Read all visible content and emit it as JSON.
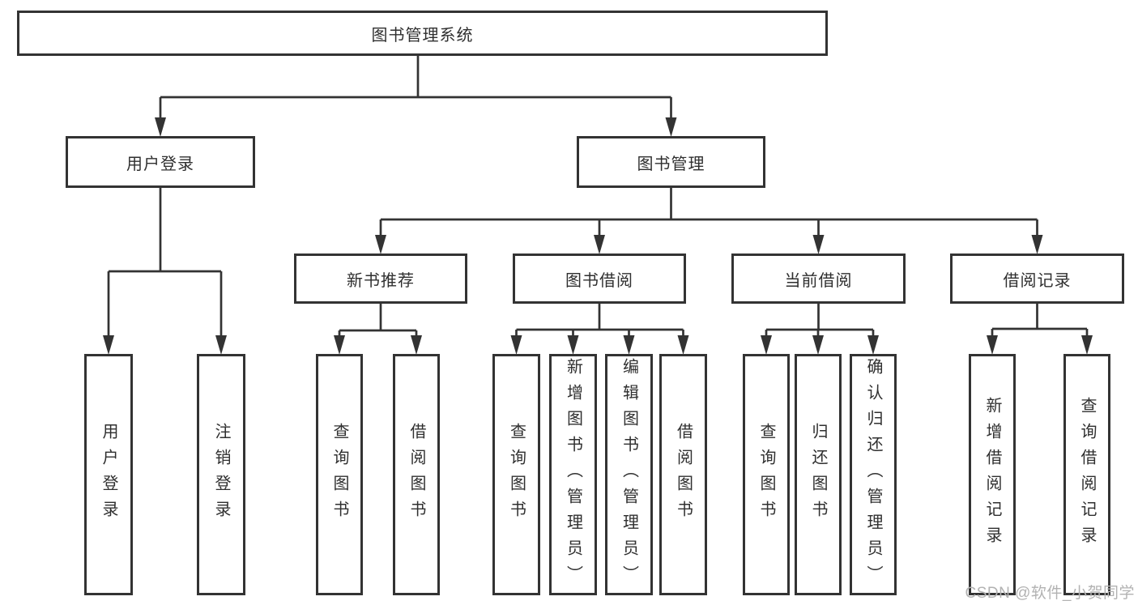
{
  "tree": {
    "root": {
      "label": "图书管理系统",
      "children": [
        {
          "label": "用户登录",
          "children": [
            {
              "label": "用户登录"
            },
            {
              "label": "注销登录"
            }
          ]
        },
        {
          "label": "图书管理",
          "children": [
            {
              "label": "新书推荐",
              "children": [
                {
                  "label": "查询图书"
                },
                {
                  "label": "借阅图书"
                }
              ]
            },
            {
              "label": "图书借阅",
              "children": [
                {
                  "label": "查询图书"
                },
                {
                  "label": "新增图书（管理员）"
                },
                {
                  "label": "编辑图书（管理员）"
                },
                {
                  "label": "借阅图书"
                }
              ]
            },
            {
              "label": "当前借阅",
              "children": [
                {
                  "label": "查询图书"
                },
                {
                  "label": "归还图书"
                },
                {
                  "label": "确认归还（管理员）"
                }
              ]
            },
            {
              "label": "借阅记录",
              "children": [
                {
                  "label": "新增借阅记录"
                },
                {
                  "label": "查询借阅记录"
                }
              ]
            }
          ]
        }
      ]
    }
  },
  "watermark": {
    "text": "CSDN @软件_小贺同学"
  },
  "colors": {
    "line": "#333333",
    "box_border": "#333333",
    "text": "#2f2f2f",
    "watermark": "#b2b2b2",
    "background": "#ffffff"
  }
}
